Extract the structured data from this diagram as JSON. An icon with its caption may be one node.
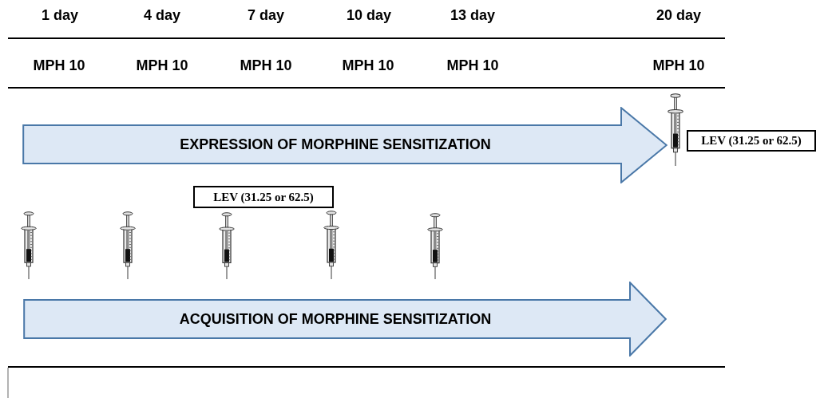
{
  "diagram": {
    "nodes": [
      {
        "text": [
          "EXPRESSION OF MORPHINE SENSITIZATION"
        ]
      },
      {
        "text": [
          "LEV (31.25 or 62.5)"
        ]
      },
      {
        "text": [
          "LEV (31.25 or 62.5)"
        ]
      },
      {
        "text": [
          "ACQUISITION OF MORPHINE SENSITIZATION"
        ]
      }
    ],
    "labels": [
      "1 day",
      "4 day",
      "7 day",
      "10 day",
      "13 day",
      "20 day",
      "MPH 10",
      "MPH 10",
      "MPH 10",
      "MPH 10",
      "MPH 10",
      "MPH 10"
    ]
  }
}
